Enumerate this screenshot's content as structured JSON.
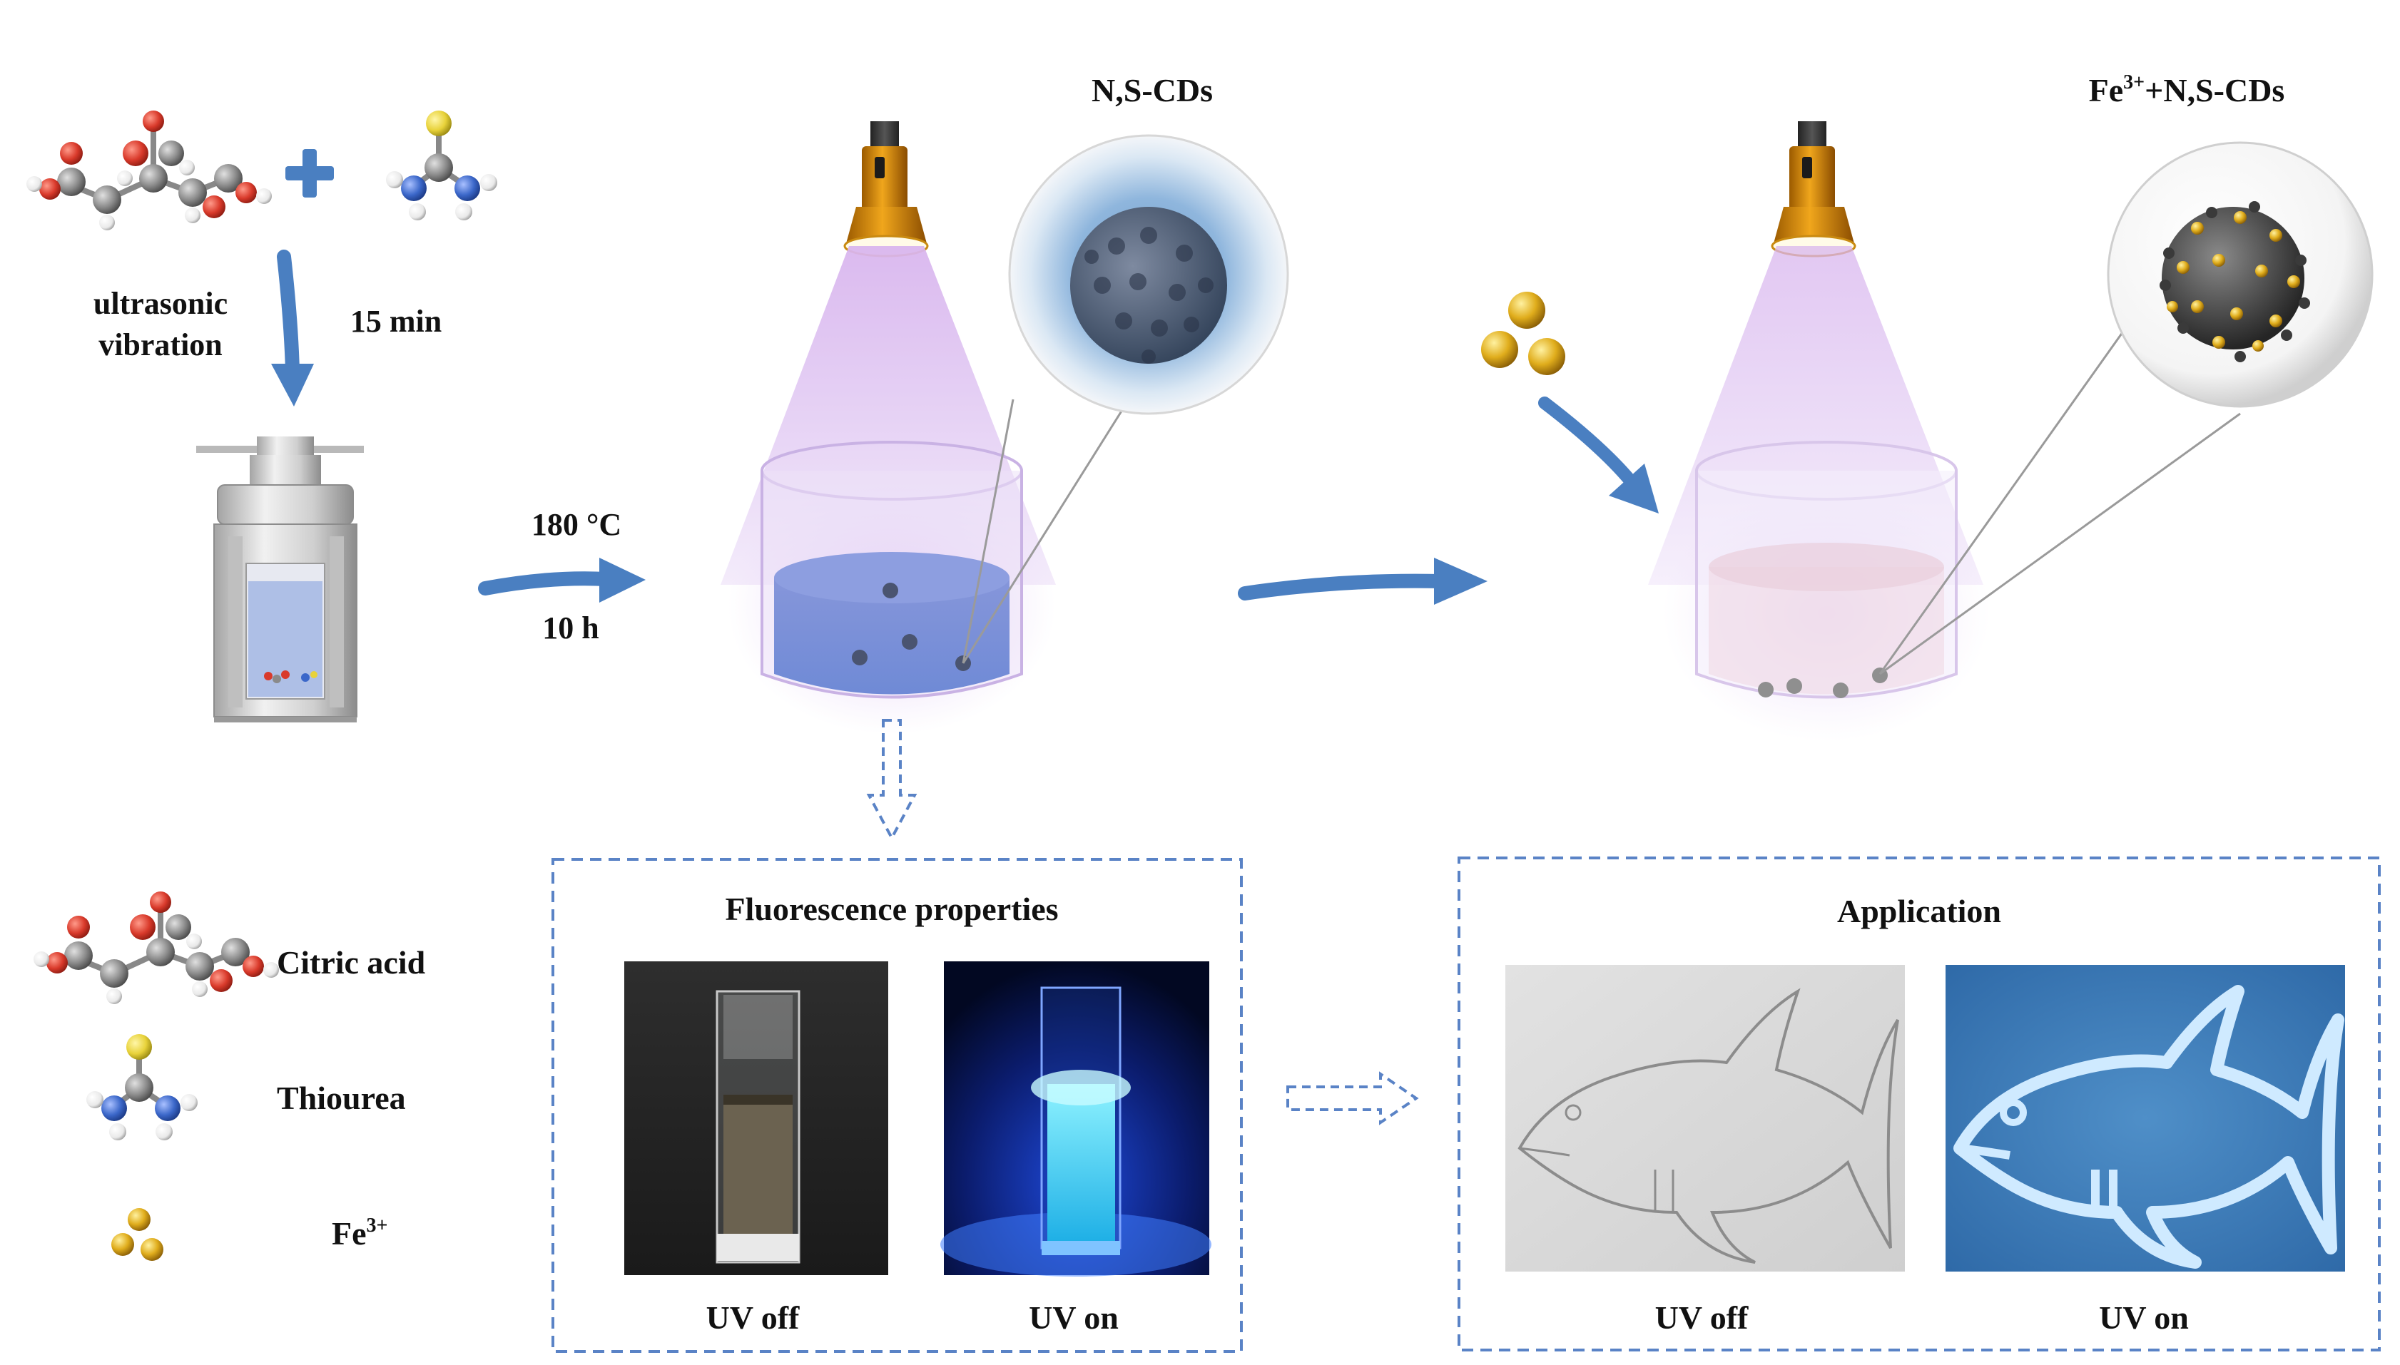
{
  "labels": {
    "ultrasonic": "ultrasonic",
    "vibration": "vibration",
    "time_15": "15 min",
    "temp": "180 °C",
    "time_10": "10 h",
    "product_cds": "N,S-CDs",
    "product_fe_base": "Fe",
    "product_fe_sup": "3+",
    "product_fe_rest": "+N,S-CDs"
  },
  "legend": {
    "citric_acid": "Citric acid",
    "thiourea": "Thiourea",
    "fe_base": "Fe",
    "fe_sup": "3+"
  },
  "fluorescence": {
    "title": "Fluorescence properties",
    "uv_off": "UV off",
    "uv_on": "UV on"
  },
  "application": {
    "title": "Application",
    "uv_off": "UV off",
    "uv_on": "UV on"
  },
  "colors": {
    "arrow": "#4a7fc1",
    "dashed_box": "#5a83c6",
    "oxygen": "#d93a2b",
    "carbon": "#8a8a8a",
    "hydrogen": "#f2f2f2",
    "nitrogen": "#3b67c9",
    "sulfur": "#e8d23a",
    "fe_ion": "#d8a518",
    "uv_light": "#c9a9e6",
    "cd_solution": "#7e94d6"
  }
}
